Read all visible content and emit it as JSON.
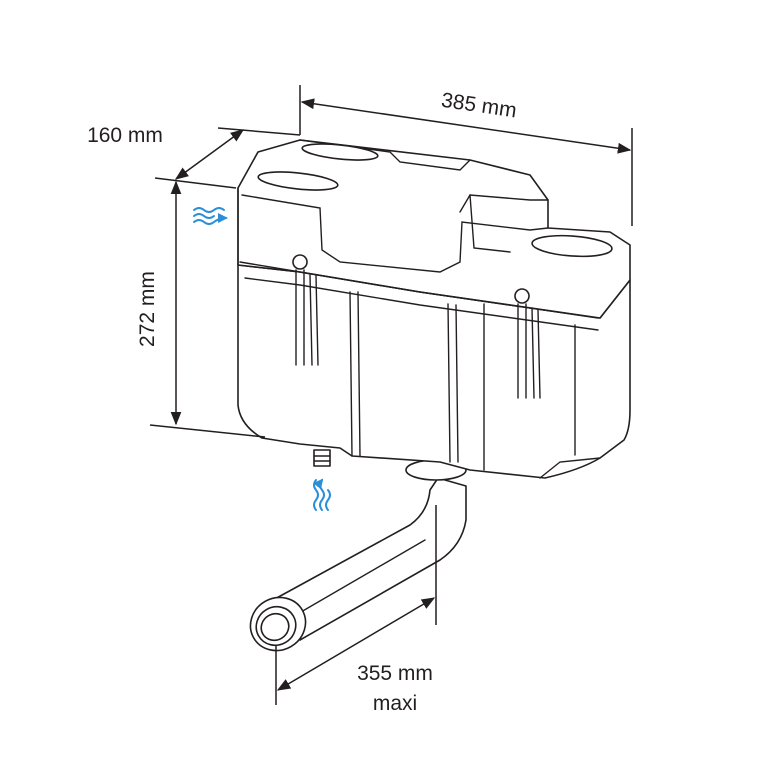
{
  "dimensions": {
    "width": "385 mm",
    "depth": "160 mm",
    "height": "272 mm",
    "pipe_length": "355 mm",
    "pipe_length_note": "maxi"
  },
  "colors": {
    "outline": "#231f20",
    "flow_arrow": "#2a8fd8"
  }
}
